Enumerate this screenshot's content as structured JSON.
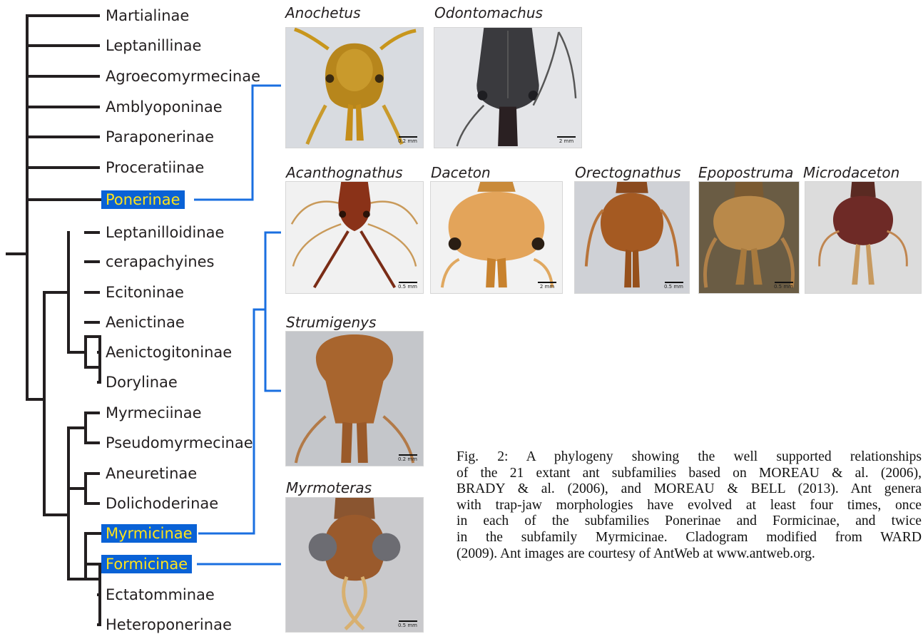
{
  "taxa": [
    "Martialinae",
    "Leptanillinae",
    "Agroecomyrmecinae",
    "Amblyoponinae",
    "Paraponerinae",
    "Proceratiinae",
    "Ponerinae",
    "Leptanilloidinae",
    "cerapachyines",
    "Ecitoninae",
    "Aenictinae",
    "Aenictogitoninae",
    "Dorylinae",
    "Myrmeciinae",
    "Pseudomyrmecinae",
    "Aneuretinae",
    "Dolichoderinae",
    "Myrmicinae",
    "Formicinae",
    "Ectatomminae",
    "Heteroponerinae"
  ],
  "highlighted_taxa": [
    "Ponerinae",
    "Myrmicinae",
    "Formicinae"
  ],
  "genera": {
    "anochetus": "Anochetus",
    "odontomachus": "Odontomachus",
    "acanthognathus": "Acanthognathus",
    "daceton": "Daceton",
    "orectognathus": "Orectognathus",
    "epopostruma": "Epopostruma",
    "microdaceton": "Microdaceton",
    "strumigenys": "Strumigenys",
    "myrmoteras": "Myrmoteras"
  },
  "scale_bars": {
    "anochetus": "0.2 mm",
    "odontomachus": "2 mm",
    "acanthognathus": "0.5 mm",
    "daceton": "2 mm",
    "orectognathus": "0.5 mm",
    "epopostruma": "0.5 mm",
    "microdaceton": "",
    "strumigenys": "0.2 mm",
    "myrmoteras": "0.5 mm"
  },
  "caption_lines": [
    "Fig. 2: A phylogeny showing the well supported relationships",
    "of the 21 extant ant subfamilies based on MOREAU & al. (2006),",
    "BRADY & al. (2006), and MOREAU & BELL (2013). Ant genera",
    "with trap-jaw morphologies have evolved at least four times, once",
    "in each of the subfamilies Ponerinae and Formicinae, and twice",
    "in the subfamily Myrmicinae. Cladogram modified from WARD",
    "(2009). Ant images are courtesy of AntWeb at www.antweb.org."
  ],
  "colors": {
    "tree_line": "#231f20",
    "highlight_fill": "#0a62d6",
    "highlight_text": "#ffe31a",
    "connector": "#1a6fe0"
  }
}
